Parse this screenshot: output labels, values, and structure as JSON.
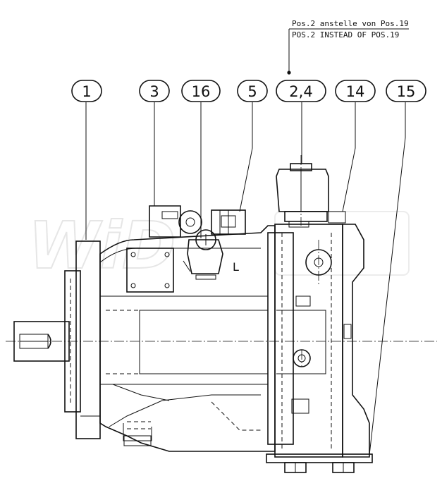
{
  "watermark": "WiD",
  "note": {
    "line1": "Pos.2 anstelle von Pos.19",
    "line2": "POS.2 INSTEAD OF POS.19"
  },
  "callouts": [
    {
      "id": "1",
      "label": "1"
    },
    {
      "id": "3",
      "label": "3"
    },
    {
      "id": "16",
      "label": "16"
    },
    {
      "id": "5",
      "label": "5"
    },
    {
      "id": "2-4",
      "label": "2,4"
    },
    {
      "id": "14",
      "label": "14"
    },
    {
      "id": "15",
      "label": "15"
    }
  ],
  "port_label": "L"
}
